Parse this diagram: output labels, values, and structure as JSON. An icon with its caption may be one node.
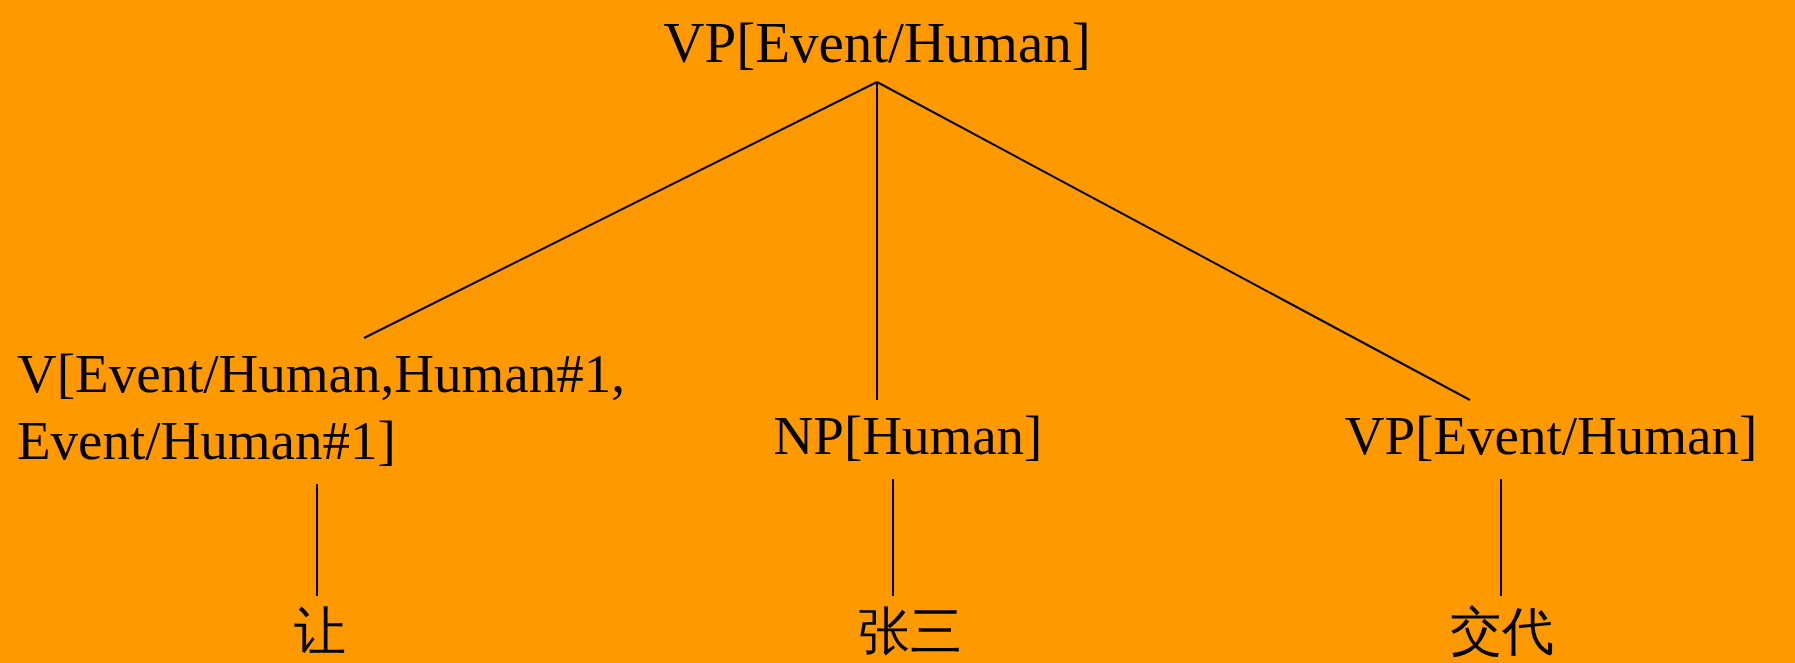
{
  "diagram": {
    "nodes": [
      {
        "text": [
          "VP[Event/Human]"
        ]
      },
      {
        "text": [
          "V[Event/Human,Human#1, Event/Human#1]"
        ]
      },
      {
        "text": [
          "NP[Human]"
        ]
      },
      {
        "text": [
          "VP[Event/Human]"
        ]
      },
      {
        "text": [
          "让"
        ]
      },
      {
        "text": [
          "张三"
        ]
      },
      {
        "text": [
          "交代"
        ]
      }
    ],
    "edges": [
      {
        "from": 0,
        "to": 1,
        "arrow": "none"
      },
      {
        "from": 0,
        "to": 2,
        "arrow": "none"
      },
      {
        "from": 0,
        "to": 3,
        "arrow": "none"
      },
      {
        "from": 1,
        "to": 4,
        "arrow": "none"
      },
      {
        "from": 2,
        "to": 5,
        "arrow": "none"
      },
      {
        "from": 3,
        "to": 6,
        "arrow": "none"
      }
    ]
  }
}
